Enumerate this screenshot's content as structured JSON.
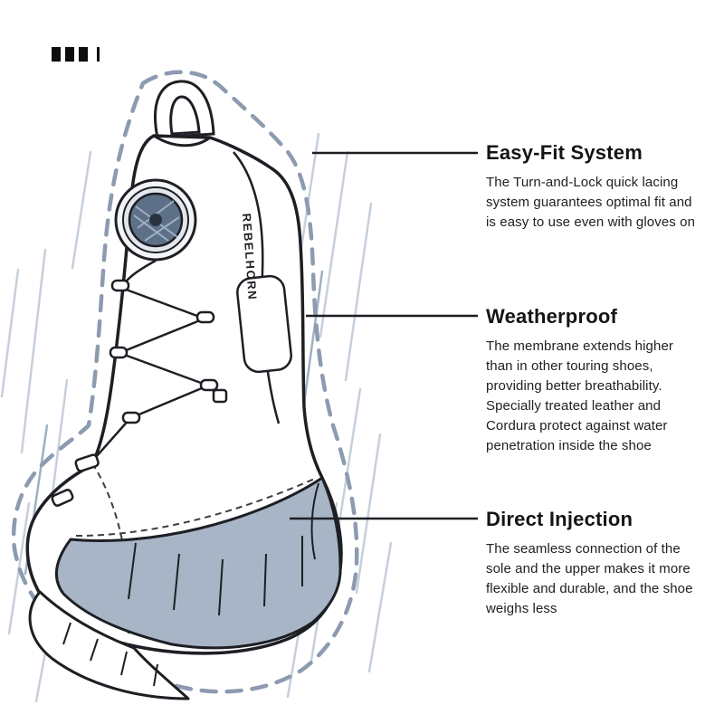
{
  "features": [
    {
      "title": "Easy-Fit System",
      "description": "The Turn-and-Lock quick lacing system guarantees optimal fit and is easy to use even with gloves on"
    },
    {
      "title": "Weatherproof",
      "description": "The membrane extends higher than in other touring shoes, providing better breathability. Specially treated leather and Cordura protect against water penetration inside the shoe"
    },
    {
      "title": "Direct Injection",
      "description": "The seamless connection of the sole and the upper makes it more flexible and durable, and the shoe weighs less"
    }
  ],
  "boot": {
    "brand_label": "REBELHORN"
  },
  "colors": {
    "ink": "#1d1f24",
    "sole": "#a8b5c6",
    "membrane": "#8c9bb0",
    "rain": "#c6d0db",
    "rain_dark": "#9fb0c2",
    "dial": "#5e7088"
  }
}
